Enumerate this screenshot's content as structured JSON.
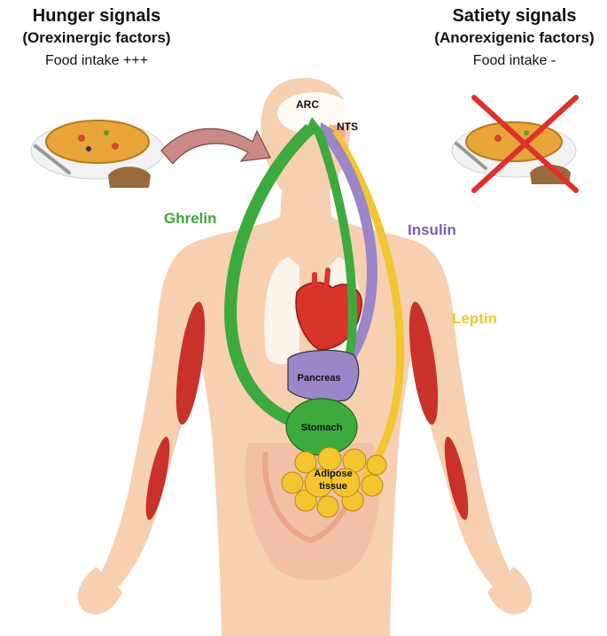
{
  "hunger": {
    "title": "Hunger signals",
    "subtitle": "(Orexinergic factors)",
    "effect": "Food intake +++"
  },
  "satiety": {
    "title": "Satiety signals",
    "subtitle": "(Anorexigenic factors)",
    "effect": "Food intake -"
  },
  "brain_labels": {
    "arc": "ARC",
    "nts": "NTS"
  },
  "signals": {
    "ghrelin": "Ghrelin",
    "insulin": "Insulin",
    "leptin": "Leptin"
  },
  "organs": {
    "pancreas": "Pancreas",
    "stomach": "Stomach",
    "adipose_line1": "Adipose",
    "adipose_line2": "tissue"
  },
  "colors": {
    "ghrelin": "#3daa3d",
    "insulin": "#9b86c9",
    "leptin": "#f2c531",
    "body": "#f6d0b0",
    "food_arrow": "#c98a86",
    "cross": "#e0302c"
  }
}
